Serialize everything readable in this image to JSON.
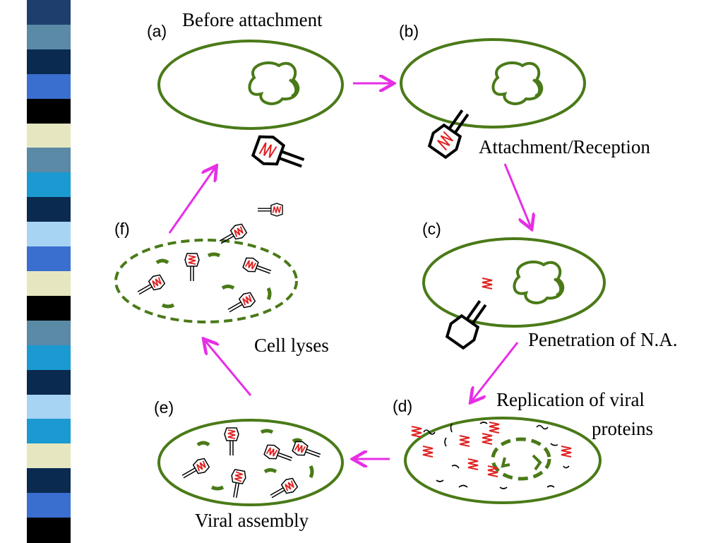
{
  "labels": {
    "a": "(a)",
    "b": "(b)",
    "c": "(c)",
    "d": "(d)",
    "e": "(e)",
    "f": "(f)"
  },
  "captions": {
    "before_attachment": "Before attachment",
    "attachment_reception": "Attachment/Reception",
    "penetration": "Penetration of N.A.",
    "replication_line1": "Replication of viral",
    "replication_line2": "proteins",
    "viral_assembly": "Viral assembly",
    "cell_lyses": "Cell lyses"
  },
  "colors": {
    "cell_green": "#4a7a18",
    "arrow_magenta": "#e62ee6",
    "dna_red": "#e02020",
    "phage_black": "#000000"
  },
  "stripe_colors": [
    "#1e3f6e",
    "#5a8aa6",
    "#0a2a50",
    "#3a6fd0",
    "#000000",
    "#e6e6c0",
    "#5a8aa6",
    "#1a9ad0",
    "#0a2a50",
    "#a8d4f4",
    "#3a6fd0",
    "#e6e6c0",
    "#000000",
    "#5a8aa6",
    "#1a9ad0",
    "#0a2a50",
    "#a8d4f4",
    "#1a9ad0",
    "#e6e6c0",
    "#0a2a50",
    "#3a6fd0",
    "#000000"
  ]
}
